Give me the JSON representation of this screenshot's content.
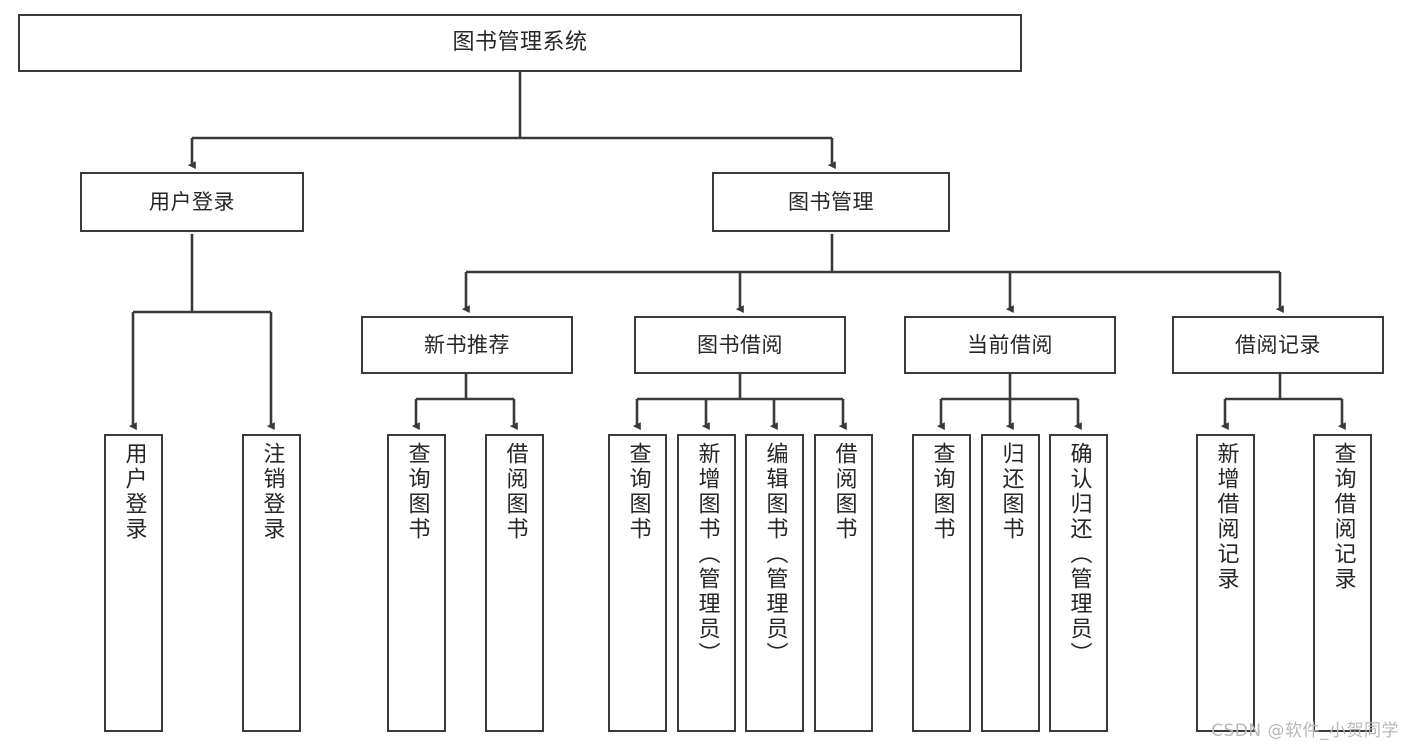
{
  "diagram": {
    "title": "图书管理系统",
    "type": "tree-hierarchy",
    "watermark": "CSDN @软件_小贺同学",
    "colors": {
      "background": "#ffffff",
      "box_border": "#3a3a3a",
      "box_fill": "#ffffff",
      "connector": "#3a3a3a",
      "text": "#262626",
      "watermark": "#b8b8b8"
    },
    "nodes": {
      "root": {
        "label": "图书管理系统"
      },
      "level2": [
        {
          "label": "用户登录"
        },
        {
          "label": "图书管理"
        }
      ],
      "level3": [
        {
          "label": "新书推荐"
        },
        {
          "label": "图书借阅"
        },
        {
          "label": "当前借阅"
        },
        {
          "label": "借阅记录"
        }
      ],
      "leaves": {
        "user_login": [
          {
            "label": "用户登录"
          },
          {
            "label": "注销登录"
          }
        ],
        "new_book_recommend": [
          {
            "label": "查询图书"
          },
          {
            "label": "借阅图书"
          }
        ],
        "book_borrow": [
          {
            "label": "查询图书"
          },
          {
            "label": "新增图书（管理员）"
          },
          {
            "label": "编辑图书（管理员）"
          },
          {
            "label": "借阅图书"
          }
        ],
        "current_borrow": [
          {
            "label": "查询图书"
          },
          {
            "label": "归还图书"
          },
          {
            "label": "确认归还（管理员）"
          }
        ],
        "borrow_record": [
          {
            "label": "新增借阅记录"
          },
          {
            "label": "查询借阅记录"
          }
        ]
      }
    }
  }
}
